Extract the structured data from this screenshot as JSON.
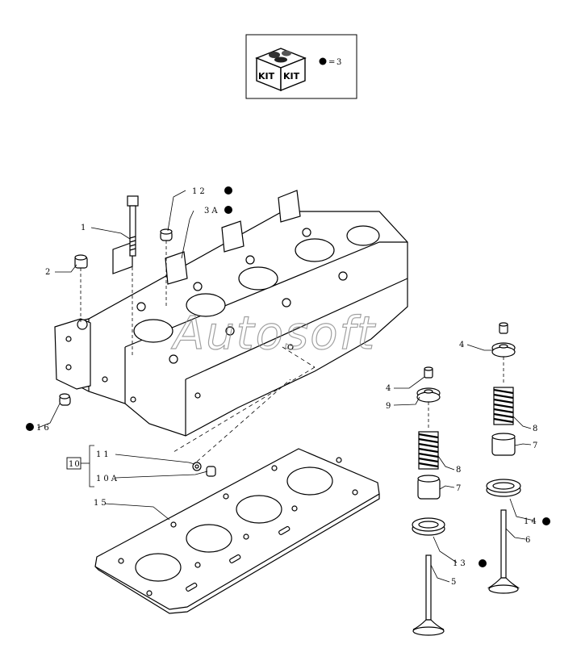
{
  "kit_legend": {
    "kit_word_1": "KIT",
    "kit_word_2": "KIT",
    "equals": "=",
    "kit_number": "3"
  },
  "watermark": "Autosoft",
  "callouts": [
    {
      "id": "1",
      "label": "1",
      "kit": false
    },
    {
      "id": "2",
      "label": "2",
      "kit": false
    },
    {
      "id": "12",
      "label": "12",
      "kit": true
    },
    {
      "id": "3A",
      "label": "3A",
      "kit": true
    },
    {
      "id": "16",
      "label": "16",
      "kit": true
    },
    {
      "id": "11",
      "label": "11",
      "kit": false
    },
    {
      "id": "10A",
      "label": "10A",
      "kit": false
    },
    {
      "id": "10",
      "label": "10",
      "kit": false
    },
    {
      "id": "15",
      "label": "15",
      "kit": false
    },
    {
      "id": "4a",
      "label": "4",
      "kit": false
    },
    {
      "id": "9",
      "label": "9",
      "kit": false
    },
    {
      "id": "8a",
      "label": "8",
      "kit": false
    },
    {
      "id": "7a",
      "label": "7",
      "kit": false
    },
    {
      "id": "13",
      "label": "13",
      "kit": true
    },
    {
      "id": "5",
      "label": "5",
      "kit": false
    },
    {
      "id": "4b",
      "label": "4",
      "kit": false
    },
    {
      "id": "8b",
      "label": "8",
      "kit": false
    },
    {
      "id": "7b",
      "label": "7",
      "kit": false
    },
    {
      "id": "14",
      "label": "14",
      "kit": true
    },
    {
      "id": "6",
      "label": "6",
      "kit": false
    }
  ],
  "colors": {
    "line": "#000000",
    "watermark": "#8a8a8a"
  }
}
